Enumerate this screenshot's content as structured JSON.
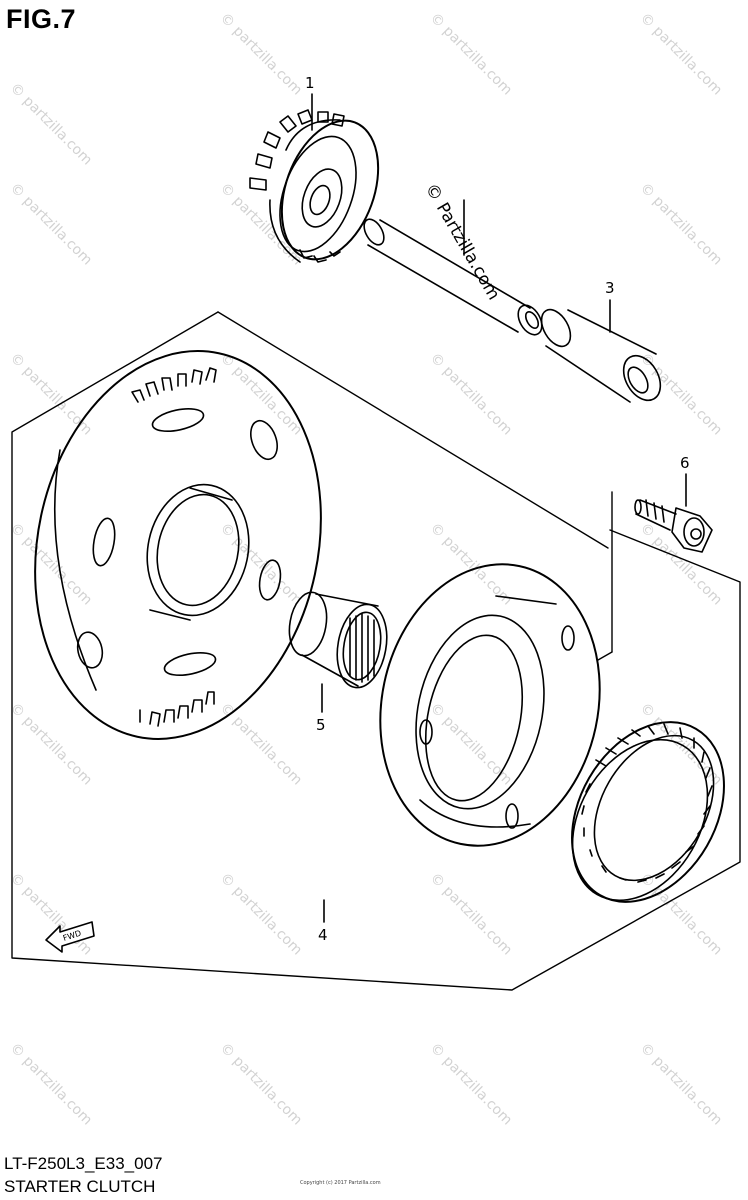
{
  "figure_title": "FIG.7",
  "diagram_code": "LT-F250L3_E33_007",
  "caption": "STARTER CLUTCH",
  "watermark_text": "© partzilla.com",
  "watermark_main": "© Partzilla.com",
  "fwd_label": "FWD",
  "footer_tiny": "Copyright (c) 2017 Partzilla.com",
  "part_numbers": [
    "1",
    "3",
    "4",
    "5",
    "6"
  ],
  "colors": {
    "line": "#000000",
    "watermark": "#d2d2d2",
    "background": "#ffffff"
  }
}
